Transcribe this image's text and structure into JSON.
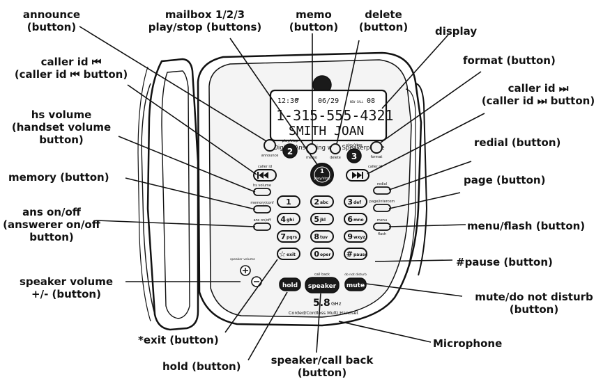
{
  "labels": {
    "announce": [
      "announce",
      "(button)"
    ],
    "mailbox": [
      "mailbox 1/2/3",
      "play/stop (buttons)"
    ],
    "memo": [
      "memo",
      "(button)"
    ],
    "delete": [
      "delete",
      "(button)"
    ],
    "display": [
      "display"
    ],
    "format": [
      "format (button)"
    ],
    "caller_id_back": [
      "caller id ⏮",
      "(caller id ⏮ button)"
    ],
    "caller_id_fwd": [
      "caller id ⏭",
      "(caller id ⏭ button)"
    ],
    "hs_volume": [
      "hs volume",
      "(handset volume",
      "button)"
    ],
    "redial": [
      "redial (button)"
    ],
    "memory": [
      "memory (button)"
    ],
    "page": [
      "page (button)"
    ],
    "ans_onoff": [
      "ans on/off",
      "(answerer on/off",
      "button)"
    ],
    "menu_flash": [
      "menu/flash (button)"
    ],
    "pause": [
      "#pause (button)"
    ],
    "speaker_volume": [
      "speaker volume",
      "+/- (button)"
    ],
    "mute": [
      "mute/do not disturb",
      "(button)"
    ],
    "exit": [
      "*exit (button)"
    ],
    "microphone": [
      "Microphone"
    ],
    "hold": [
      "hold (button)"
    ],
    "speaker_callback": [
      "speaker/call back",
      "(button)"
    ]
  },
  "phone": {
    "lcd_time": "12:30",
    "lcd_time_suffix": "am",
    "lcd_date": "06/29",
    "lcd_new": "NEW CALL",
    "lcd_count": "08",
    "lcd_number": "1-315-555-4321",
    "lcd_name": "SMITH JOAN",
    "brand_line": "Digital Answering with Speakerphone",
    "btn_announce": "announce",
    "btn_play2": "play/stop",
    "btn_play1": "play/stop",
    "btn_play3": "play/stop",
    "btn_memo": "memo",
    "btn_delete": "delete",
    "btn_format": "format",
    "btn_callerid_back": "caller id",
    "btn_callerid_fwd": "caller id",
    "btn_hs_volume": "hs volume",
    "btn_redial": "redial",
    "btn_memory": "memory/conf",
    "btn_page": "page/intercom",
    "btn_ans": "ans on/off",
    "btn_menu": "menu",
    "btn_flash": "flash",
    "btn_speaker_volume": "speaker volume",
    "btn_hold": "hold",
    "btn_speaker": "speaker",
    "btn_callback": "call back",
    "btn_mute": "mute",
    "btn_dnd": "do not disturb",
    "mailbox_digits": [
      "1",
      "2",
      "3"
    ],
    "keypad": [
      [
        "1",
        ""
      ],
      [
        "2",
        "abc"
      ],
      [
        "3",
        "def"
      ],
      [
        "4",
        "ghi"
      ],
      [
        "5",
        "jkl"
      ],
      [
        "6",
        "mno"
      ],
      [
        "7",
        "pqrs"
      ],
      [
        "8",
        "tuv"
      ],
      [
        "9",
        "wxyz"
      ],
      [
        "☆",
        "exit"
      ],
      [
        "0",
        "oper"
      ],
      [
        "#",
        "pause"
      ]
    ],
    "ghz_big": "5.8",
    "ghz_small": "GHz",
    "model_line": "Corded/Cordless Multi Handset"
  },
  "colors": {
    "ink": "#111111",
    "body": "#ffffff",
    "button_dark": "#1a1a1a",
    "button_light": "#f2f2f2"
  }
}
